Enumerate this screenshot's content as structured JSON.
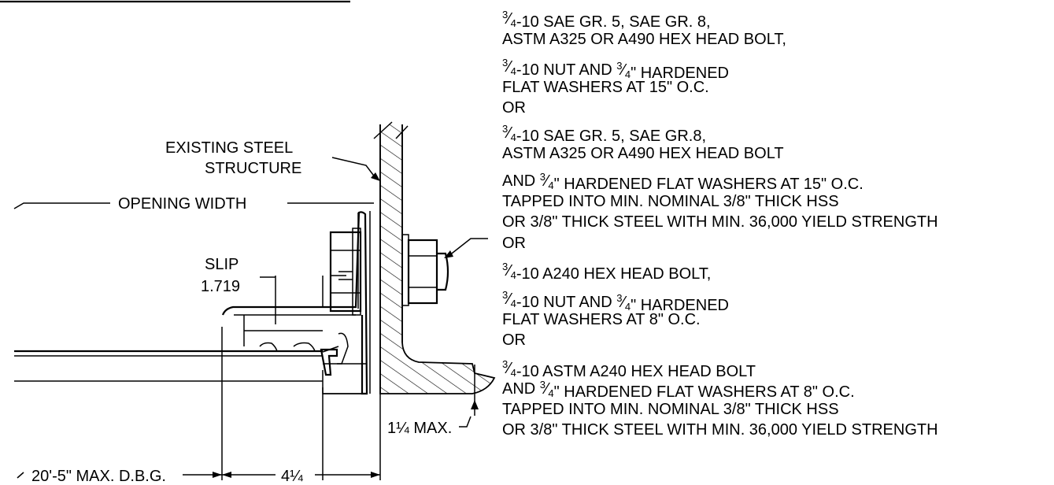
{
  "labels": {
    "existing_structure_line1": "EXISTING STEEL",
    "existing_structure_line2": "STRUCTURE",
    "opening_width": "OPENING WIDTH",
    "slip": "SLIP",
    "slip_value": "1.719",
    "max_dim": "1¼ MAX.",
    "dbg_max": "20'-5\" MAX. D.B.G.",
    "width_dim": "4¼"
  },
  "notes": [
    {
      "text": "-10 SAE GR. 5, SAE GR. 8,",
      "frac": "3/4"
    },
    {
      "text": "ASTM A325 OR A490 HEX HEAD BOLT,"
    },
    {
      "text": "-10 NUT AND",
      "frac": "3/4",
      "text2": "\" HARDENED",
      "frac2": "3/4"
    },
    {
      "text": "FLAT WASHERS AT 15\" O.C."
    },
    {
      "text": "OR"
    },
    {
      "text": "-10 SAE GR. 5, SAE GR.8,",
      "frac": "3/4"
    },
    {
      "text": "ASTM A325 OR A490 HEX HEAD BOLT"
    },
    {
      "pre": "AND",
      "frac": "3/4",
      "text": "\" HARDENED FLAT WASHERS AT 15\" O.C."
    },
    {
      "text": "TAPPED INTO MIN. NOMINAL 3/8\" THICK HSS"
    },
    {
      "text": "OR 3/8\" THICK STEEL WITH MIN. 36,000 YIELD STRENGTH"
    },
    {
      "text": "OR"
    },
    {
      "text": "-10 A240 HEX HEAD BOLT,",
      "frac": "3/4"
    },
    {
      "text": "-10 NUT AND",
      "frac": "3/4",
      "text2": "\" HARDENED",
      "frac2": "3/4"
    },
    {
      "text": "FLAT WASHERS AT 8\" O.C."
    },
    {
      "text": "OR"
    },
    {
      "text": "-10 ASTM A240 HEX HEAD BOLT",
      "frac": "3/4"
    },
    {
      "pre": "AND",
      "frac": "3/4",
      "text": "\" HARDENED FLAT WASHERS AT 8\" O.C."
    },
    {
      "text": "TAPPED INTO MIN. NOMINAL 3/8\" THICK HSS"
    },
    {
      "text": "OR 3/8\" THICK STEEL WITH MIN. 36,000 YIELD STRENGTH"
    }
  ]
}
